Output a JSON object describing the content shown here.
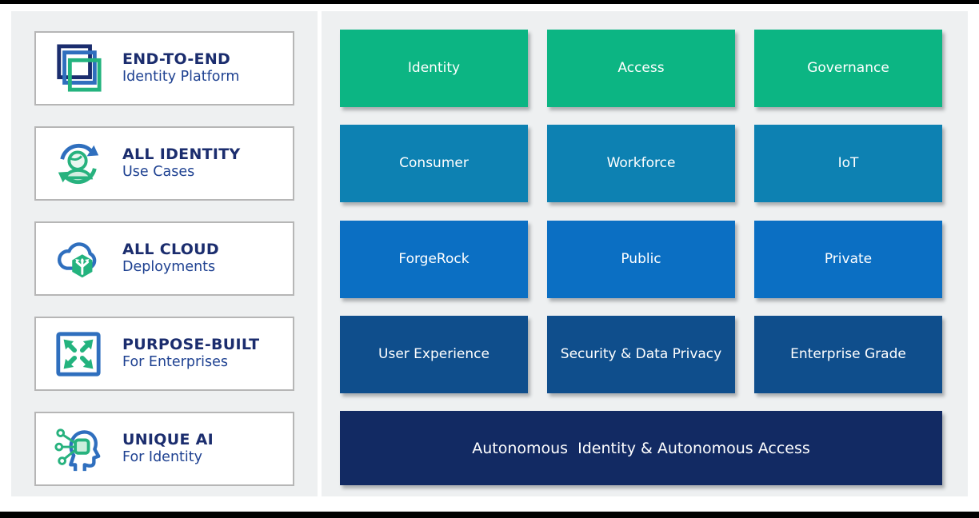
{
  "colors": {
    "background": "#ffffff",
    "panel_bg": "#eef0f1",
    "frame_border": "#000000",
    "card_border": "#b6b6b6",
    "title_navy": "#1b2d6e",
    "subtitle_blue": "#1e4191",
    "icon_blue": "#2f6fbe",
    "icon_green": "#23b37e",
    "row_green": "#0cb583",
    "row_teal": "#0d81b2",
    "row_blue": "#0b6fc3",
    "row_dark_blue": "#0f4e8c",
    "banner_navy": "#122a63",
    "block_text": "#ffffff"
  },
  "sidebar": {
    "items": [
      {
        "icon": "overlapping-squares-icon",
        "title": "END-TO-END",
        "subtitle": "Identity Platform"
      },
      {
        "icon": "identity-sync-icon",
        "title": "ALL IDENTITY",
        "subtitle": "Use Cases"
      },
      {
        "icon": "cloud-deploy-icon",
        "title": "ALL CLOUD",
        "subtitle": "Deployments"
      },
      {
        "icon": "expand-arrows-icon",
        "title": "PURPOSE-BUILT",
        "subtitle": "For Enterprises"
      },
      {
        "icon": "ai-head-icon",
        "title": "UNIQUE AI",
        "subtitle": "For Identity"
      }
    ]
  },
  "grid": {
    "rows": [
      {
        "color": "#0cb583",
        "cells": [
          "Identity",
          "Access",
          "Governance"
        ]
      },
      {
        "color": "#0d81b2",
        "cells": [
          "Consumer",
          "Workforce",
          "IoT"
        ]
      },
      {
        "color": "#0b6fc3",
        "cells": [
          "ForgeRock",
          "Public",
          "Private"
        ]
      },
      {
        "color": "#0f4e8c",
        "cells": [
          "User Experience",
          "Security & Data Privacy",
          "Enterprise Grade"
        ]
      }
    ],
    "banner": {
      "color": "#122a63",
      "label": "Autonomous  Identity & Autonomous Access"
    }
  }
}
